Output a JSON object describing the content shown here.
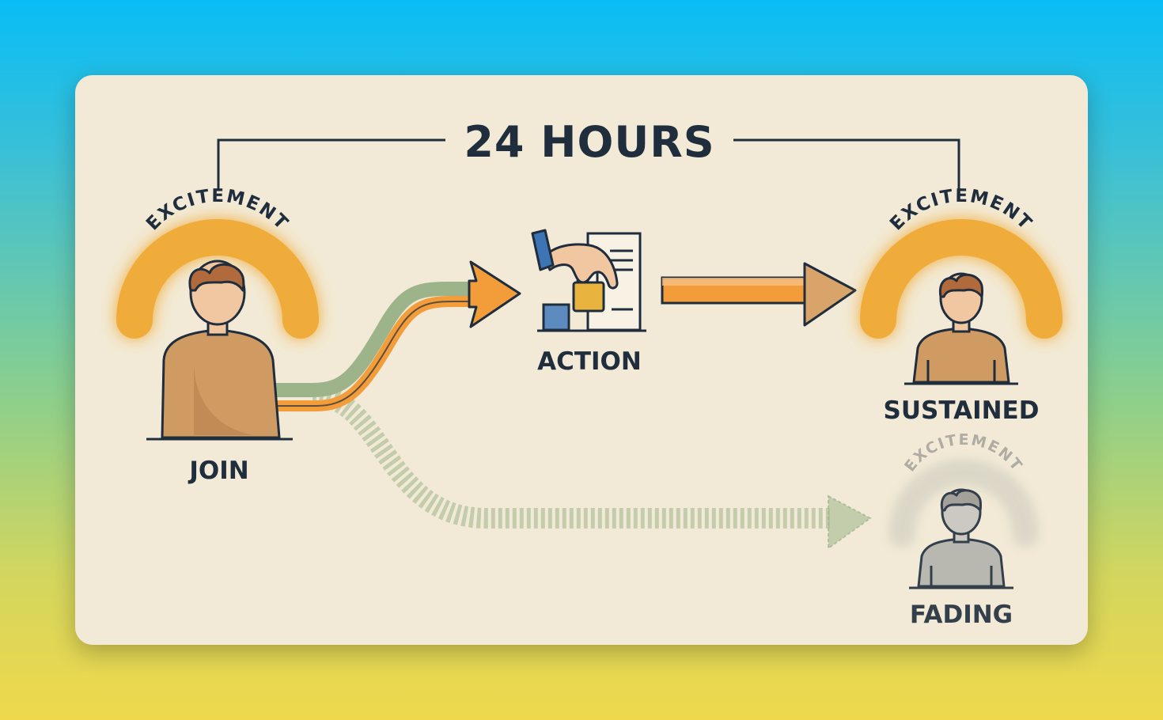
{
  "title": "24 HOURS",
  "arc_label": "EXCITEMENT",
  "nodes": {
    "join": "JOIN",
    "action": "ACTION",
    "sustained": "SUSTAINED",
    "fading": "FADING"
  },
  "colors": {
    "card": "#f2ead6",
    "ink": "#1f2d3d",
    "excitement": "#f0ac3a",
    "person": "#cf9b63",
    "hair": "#b06a3c",
    "skin": "#f1c7a2",
    "arrow_orange": "#f39c3a",
    "arrow_green": "#9db48a",
    "faded": "#b2b2ac"
  },
  "icons": [
    "person-icon",
    "hand-lock-icon",
    "document-icon",
    "arrow-icon"
  ]
}
